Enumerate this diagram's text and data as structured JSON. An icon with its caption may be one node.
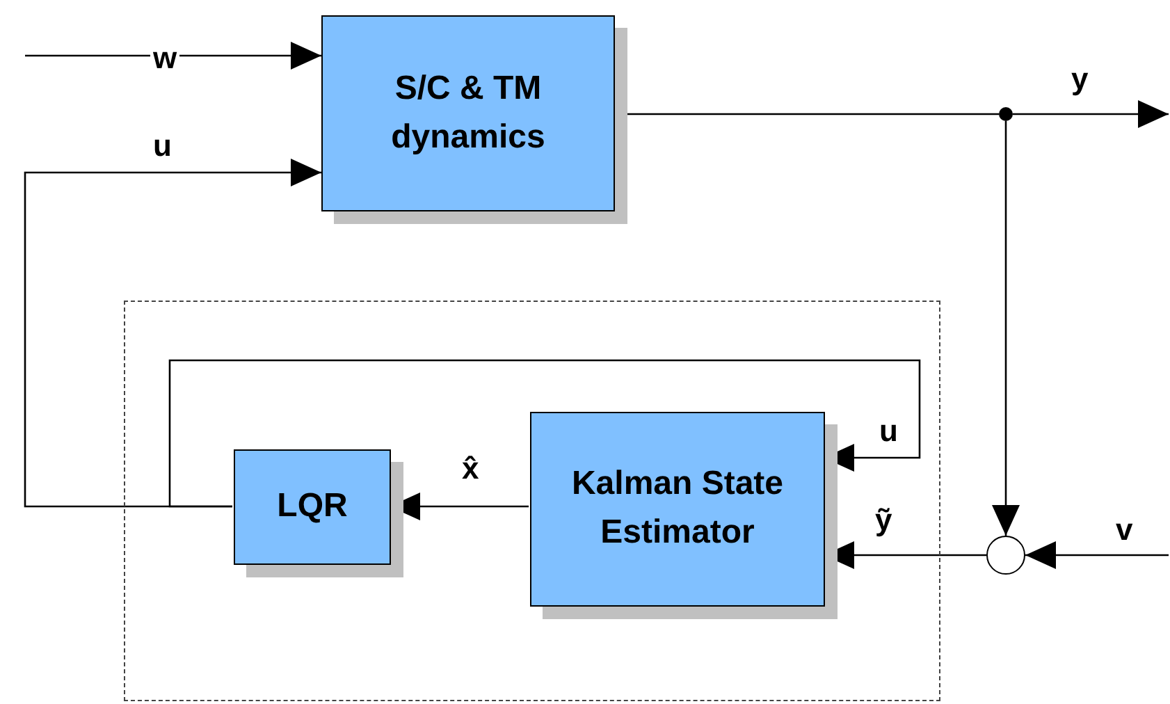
{
  "diagram": {
    "nodes": [
      {
        "text": [],
        "shape": "box"
      },
      {
        "text": [
          "S/C & TM dynamics"
        ]
      },
      {
        "text": [
          "LQR"
        ],
        "in": 0
      },
      {
        "text": [
          "Kalman State Estimator"
        ],
        "in": 0
      },
      {
        "text": [],
        "shape": "circle"
      },
      {
        "text": [],
        "shape": "dot"
      }
    ],
    "edges": [
      {
        "from": null,
        "to": 1,
        "arrow": "to",
        "label": "w"
      },
      {
        "from": 2,
        "to": 1,
        "arrow": "to",
        "label": "u"
      },
      {
        "from": 2,
        "to": 3,
        "arrow": "to",
        "label": "u"
      },
      {
        "from": 3,
        "to": 2,
        "arrow": "to",
        "label": "x̂"
      },
      {
        "from": 1,
        "to": 5,
        "arrow": "none"
      },
      {
        "from": 5,
        "to": null,
        "arrow": "to",
        "label": "y"
      },
      {
        "from": 5,
        "to": 4,
        "arrow": "to"
      },
      {
        "from": null,
        "to": 4,
        "arrow": "to",
        "label": "v"
      },
      {
        "from": 4,
        "to": 3,
        "arrow": "to",
        "label": "ỹ"
      }
    ]
  }
}
